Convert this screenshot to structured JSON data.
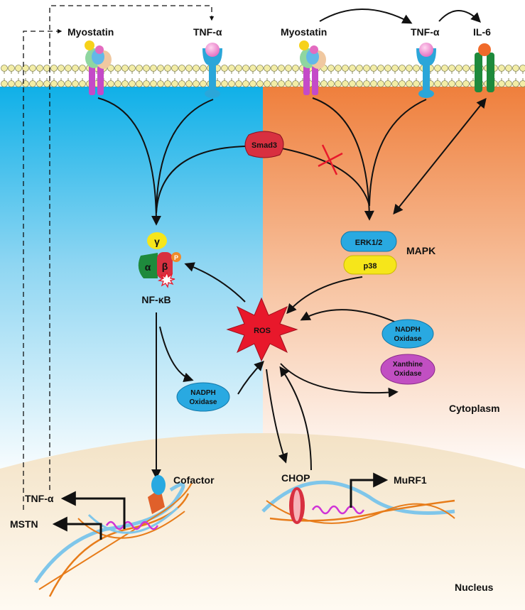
{
  "labels": {
    "myostatin_left": "Myostatin",
    "tnf_left": "TNF-α",
    "myostatin_right": "Myostatin",
    "tnf_right": "TNF-α",
    "il6": "IL-6",
    "smad3": "Smad3",
    "erk": "ERK1/2",
    "p38": "p38",
    "mapk": "MAPK",
    "nfkb": "NF-κB",
    "gamma": "γ",
    "alpha": "α",
    "beta": "β",
    "phospho": "P",
    "ros": "ROS",
    "nadph_top_line1": "NADPH",
    "nadph_top_line2": "Oxidase",
    "xanthine_line1": "Xanthine",
    "xanthine_line2": "Oxidase",
    "nadph_left_line1": "NADPH",
    "nadph_left_line2": "Oxidase",
    "cytoplasm": "Cytoplasm",
    "nucleus": "Nucleus",
    "cofactor": "Cofactor",
    "chop": "CHOP",
    "murf1": "MuRF1",
    "tnf_gene": "TNF-α",
    "mstn_gene": "MSTN"
  },
  "colors": {
    "left_cytoplasm_top": "#12b4e8",
    "right_cytoplasm_top": "#f08a4a",
    "nucleus": "#f6ead6",
    "lipid_head": "#f3eda6",
    "receptor_blue": "#2ba6d9",
    "receptor_green": "#1e8a3c",
    "smad_red": "#d83040",
    "erk_blue": "#29a9e1",
    "p38_yellow": "#f6e61a",
    "ros_red": "#e8182b",
    "xanthine_purple": "#c14fc2",
    "dna_orange": "#e77c1a",
    "dna_blue": "#7fc6ea",
    "mrna_magenta": "#d033d6"
  }
}
